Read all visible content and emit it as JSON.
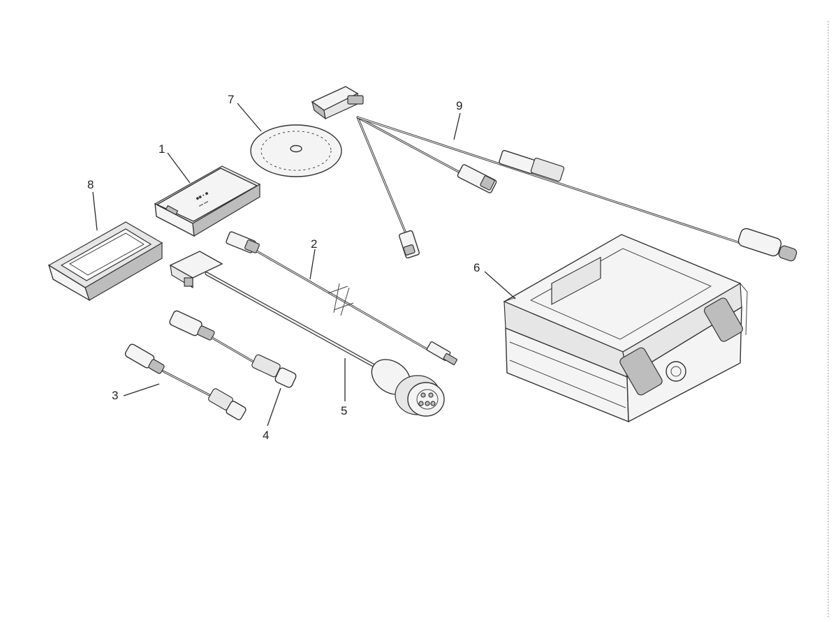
{
  "callouts": [
    {
      "id": "1",
      "text": "1"
    },
    {
      "id": "2",
      "text": "2"
    },
    {
      "id": "3",
      "text": "3"
    },
    {
      "id": "4",
      "text": "4"
    },
    {
      "id": "5",
      "text": "5"
    },
    {
      "id": "6",
      "text": "6"
    },
    {
      "id": "7",
      "text": "7"
    },
    {
      "id": "8",
      "text": "8"
    },
    {
      "id": "9",
      "text": "9"
    }
  ],
  "colors": {
    "ink": "#333333",
    "paper": "#ffffff"
  }
}
